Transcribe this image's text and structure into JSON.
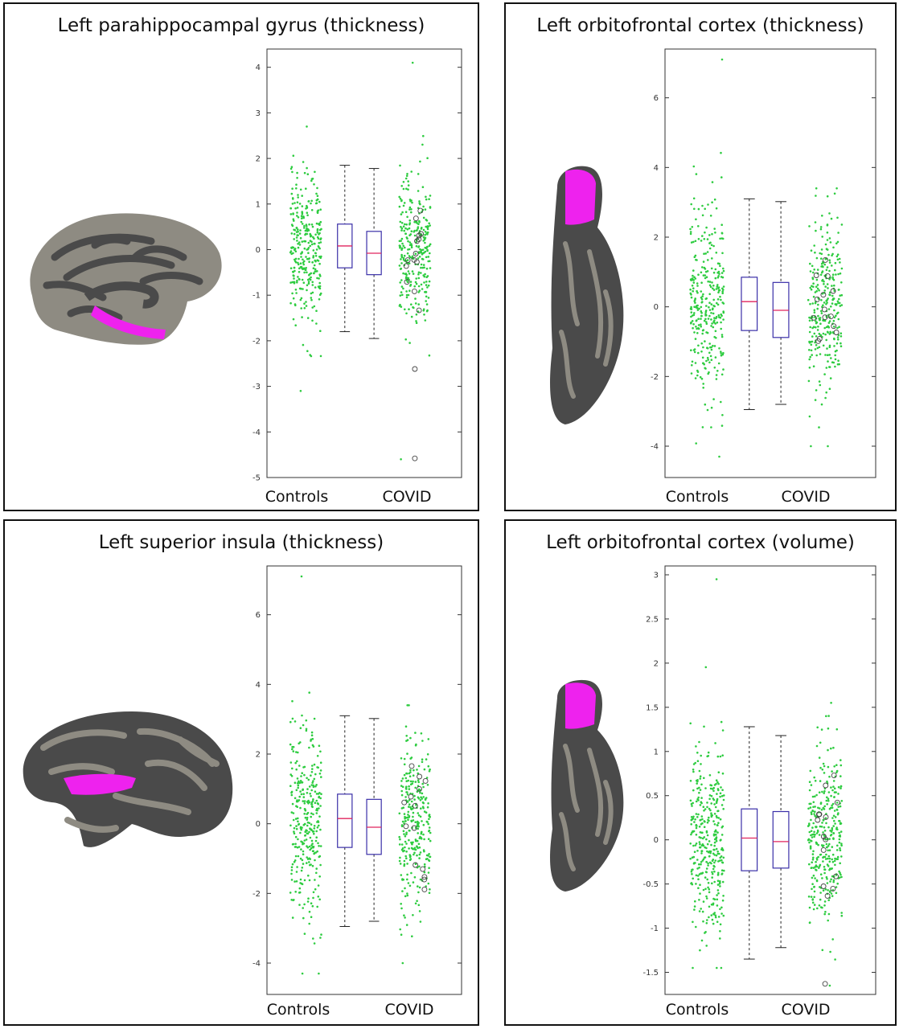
{
  "panels": [
    {
      "title": "Left parahippocampal gyrus (thickness)",
      "categories": [
        "Controls",
        "COVID"
      ],
      "brain_view": "medial",
      "highlight_region": "parahippocampal gyrus"
    },
    {
      "title": "Left orbitofrontal cortex (thickness)",
      "categories": [
        "Controls",
        "COVID"
      ],
      "brain_view": "ventral",
      "highlight_region": "orbitofrontal cortex"
    },
    {
      "title": "Left superior insula (thickness)",
      "categories": [
        "Controls",
        "COVID"
      ],
      "brain_view": "lateral",
      "highlight_region": "superior insula"
    },
    {
      "title": "Left orbitofrontal cortex (volume)",
      "categories": [
        "Controls",
        "COVID"
      ],
      "brain_view": "ventral",
      "highlight_region": "orbitofrontal cortex"
    }
  ],
  "colors": {
    "points": "#2ecc40",
    "box": "#3a2fa8",
    "median": "#e0245e",
    "highlight": "#ee22ee",
    "brain_light": "#8e8b82",
    "brain_dark": "#4a4a4a"
  },
  "chart_data": [
    {
      "type": "box",
      "title": "Left parahippocampal gyrus (thickness)",
      "categories": [
        "Controls",
        "COVID"
      ],
      "ylim": [
        -5,
        4.4
      ],
      "yticks": [
        -5,
        -4,
        -3,
        -2,
        -1,
        0,
        1,
        2,
        3,
        4
      ],
      "boxes": [
        {
          "category": "Controls",
          "whisker_low": -1.8,
          "q1": -0.4,
          "median": 0.08,
          "q3": 0.56,
          "whisker_high": 1.85
        },
        {
          "category": "COVID",
          "whisker_low": -1.95,
          "q1": -0.55,
          "median": -0.08,
          "q3": 0.4,
          "whisker_high": 1.78
        }
      ],
      "scatter": [
        {
          "category": "Controls",
          "n": 320,
          "sd": 0.85,
          "min": -3.1,
          "max": 2.7
        },
        {
          "category": "COVID",
          "n": 300,
          "sd": 0.85,
          "min": -4.6,
          "max": 4.1
        }
      ],
      "outliers": [
        {
          "category": "COVID",
          "values": [
            -2.62,
            -4.58
          ]
        }
      ]
    },
    {
      "type": "box",
      "title": "Left orbitofrontal cortex (thickness)",
      "categories": [
        "Controls",
        "COVID"
      ],
      "ylim": [
        -4.9,
        7.4
      ],
      "yticks": [
        -4,
        -2,
        0,
        2,
        4,
        6
      ],
      "boxes": [
        {
          "category": "Controls",
          "whisker_low": -2.95,
          "q1": -0.68,
          "median": 0.15,
          "q3": 0.85,
          "whisker_high": 3.1
        },
        {
          "category": "COVID",
          "whisker_low": -2.8,
          "q1": -0.88,
          "median": -0.1,
          "q3": 0.7,
          "whisker_high": 3.02
        }
      ],
      "scatter": [
        {
          "category": "Controls",
          "n": 320,
          "sd": 1.35,
          "min": -4.3,
          "max": 7.1
        },
        {
          "category": "COVID",
          "n": 300,
          "sd": 1.25,
          "min": -4.0,
          "max": 3.4
        }
      ],
      "outliers": []
    },
    {
      "type": "box",
      "title": "Left superior insula (thickness)",
      "categories": [
        "Controls",
        "COVID"
      ],
      "ylim": [
        -4.9,
        7.4
      ],
      "yticks": [
        -4,
        -2,
        0,
        2,
        4,
        6
      ],
      "boxes": [
        {
          "category": "Controls",
          "whisker_low": -2.95,
          "q1": -0.68,
          "median": 0.15,
          "q3": 0.85,
          "whisker_high": 3.1
        },
        {
          "category": "COVID",
          "whisker_low": -2.8,
          "q1": -0.88,
          "median": -0.1,
          "q3": 0.7,
          "whisker_high": 3.02
        }
      ],
      "scatter": [
        {
          "category": "Controls",
          "n": 320,
          "sd": 1.35,
          "min": -4.3,
          "max": 7.1
        },
        {
          "category": "COVID",
          "n": 300,
          "sd": 1.25,
          "min": -4.0,
          "max": 3.4
        }
      ],
      "outliers": []
    },
    {
      "type": "box",
      "title": "Left orbitofrontal cortex (volume)",
      "categories": [
        "Controls",
        "COVID"
      ],
      "ylim": [
        -1.75,
        3.1
      ],
      "yticks": [
        -1.5,
        -1,
        -0.5,
        0,
        0.5,
        1,
        1.5,
        2,
        2.5,
        3
      ],
      "boxes": [
        {
          "category": "Controls",
          "whisker_low": -1.35,
          "q1": -0.35,
          "median": 0.02,
          "q3": 0.35,
          "whisker_high": 1.28
        },
        {
          "category": "COVID",
          "whisker_low": -1.22,
          "q1": -0.32,
          "median": -0.02,
          "q3": 0.32,
          "whisker_high": 1.18
        }
      ],
      "scatter": [
        {
          "category": "Controls",
          "n": 360,
          "sd": 0.55,
          "min": -1.45,
          "max": 2.95
        },
        {
          "category": "COVID",
          "n": 340,
          "sd": 0.5,
          "min": -1.65,
          "max": 1.55
        }
      ],
      "outliers": [
        {
          "category": "COVID",
          "values": [
            -1.63
          ]
        }
      ]
    }
  ]
}
